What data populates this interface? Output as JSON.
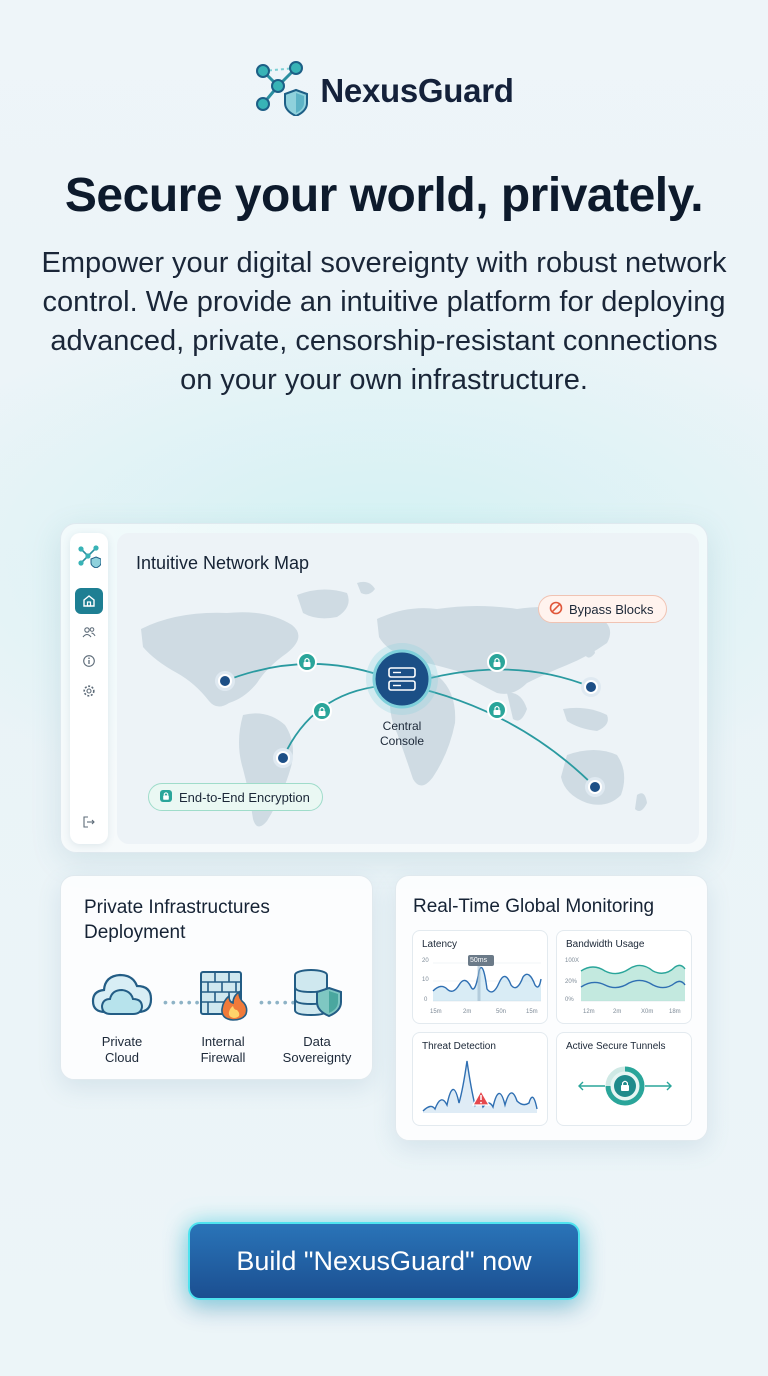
{
  "brand": {
    "name": "NexusGuard"
  },
  "hero": {
    "headline": "Secure your world, privately.",
    "lead": "Empower your digital sovereignty with robust network control. We provide an intuitive platform for deploying advanced, private, censorship-resistant connections on your your own infrastructure."
  },
  "map": {
    "title": "Intuitive Network Map",
    "bypass_label": "Bypass Blocks",
    "e2e_label": "End-to-End Encryption",
    "console_line1": "Central",
    "console_line2": "Console"
  },
  "infra": {
    "title_line1": "Private Infrastructures",
    "title_line2": "Deployment",
    "items": [
      {
        "line1": "Private",
        "line2": "Cloud",
        "icon": "cloud-icon"
      },
      {
        "line1": "Internal",
        "line2": "Firewall",
        "icon": "firewall-icon"
      },
      {
        "line1": "Data",
        "line2": "Sovereignty",
        "icon": "database-shield-icon"
      }
    ]
  },
  "monitoring": {
    "title": "Real-Time Global Monitoring",
    "latency": {
      "title": "Latency",
      "y_ticks": [
        "20",
        "10",
        "0"
      ],
      "x_ticks": [
        "15m",
        "2m",
        "50n",
        "15m"
      ],
      "tooltip": "50ms"
    },
    "bandwidth": {
      "title": "Bandwidth Usage",
      "y_ticks": [
        "100X",
        "20%",
        "0%"
      ],
      "x_ticks": [
        "12m",
        "2m",
        "X0m",
        "18m"
      ]
    },
    "threat": {
      "title": "Threat Detection"
    },
    "tunnels": {
      "title": "Active Secure Tunnels"
    }
  },
  "cta": {
    "label": "Build \"NexusGuard\" now"
  },
  "colors": {
    "accent": "#1e7f93",
    "teal": "#2aa59a",
    "node": "#1d4f86",
    "cta_top": "#2a74b8",
    "cta_bottom": "#1b4f91",
    "glow": "#4fe3ef"
  }
}
